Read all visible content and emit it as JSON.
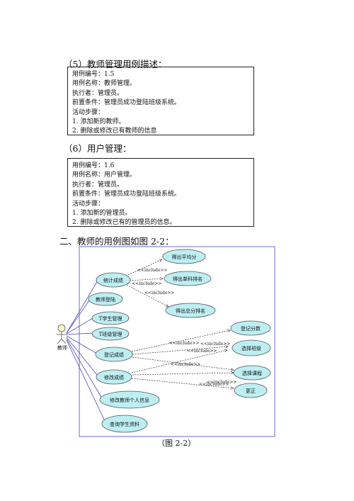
{
  "section5": {
    "heading": "（5）教师管理用例描述：",
    "lines": [
      "用例编号：1.5",
      "用例名称：教师管理。",
      "执行者：管理员。",
      "前置条件：管理员成功登陆班级系统。",
      "活动步骤：",
      "1.   添加新的教师。",
      "2.   删除或修改已有教师的信息"
    ]
  },
  "section6": {
    "heading": "（6）用户管理：",
    "lines": [
      "用例编号：1.6",
      "用例名称：用户管理。",
      "执行者：管理员。",
      "前置条件：管理员成功登陆班级系统。",
      "活动步骤：",
      "1.   添加新的管理员。",
      "2.   删除或修改已有的管理员的信息。"
    ]
  },
  "section_two_heading": "二、教师的用例图如图 2-2：",
  "diagram": {
    "actor": "教师",
    "include_label": "<<include>>",
    "use_cases": {
      "stats": "统计成绩",
      "avg": "得出平均分",
      "rank_single": "得出单科排名",
      "rank_total": "得出总分排名",
      "teacher_login": "教师登陆",
      "t_student": "T学生管理",
      "t_class": "T班级管理",
      "record": "登记成绩",
      "modify": "修改成绩",
      "modify_info": "修改教师个人信息",
      "query_student": "查询学生资料",
      "record_score": "登记分数",
      "choose_class": "选择班级",
      "choose_course": "选择课程",
      "correct": "更正"
    }
  },
  "caption": "（图 2-2）"
}
